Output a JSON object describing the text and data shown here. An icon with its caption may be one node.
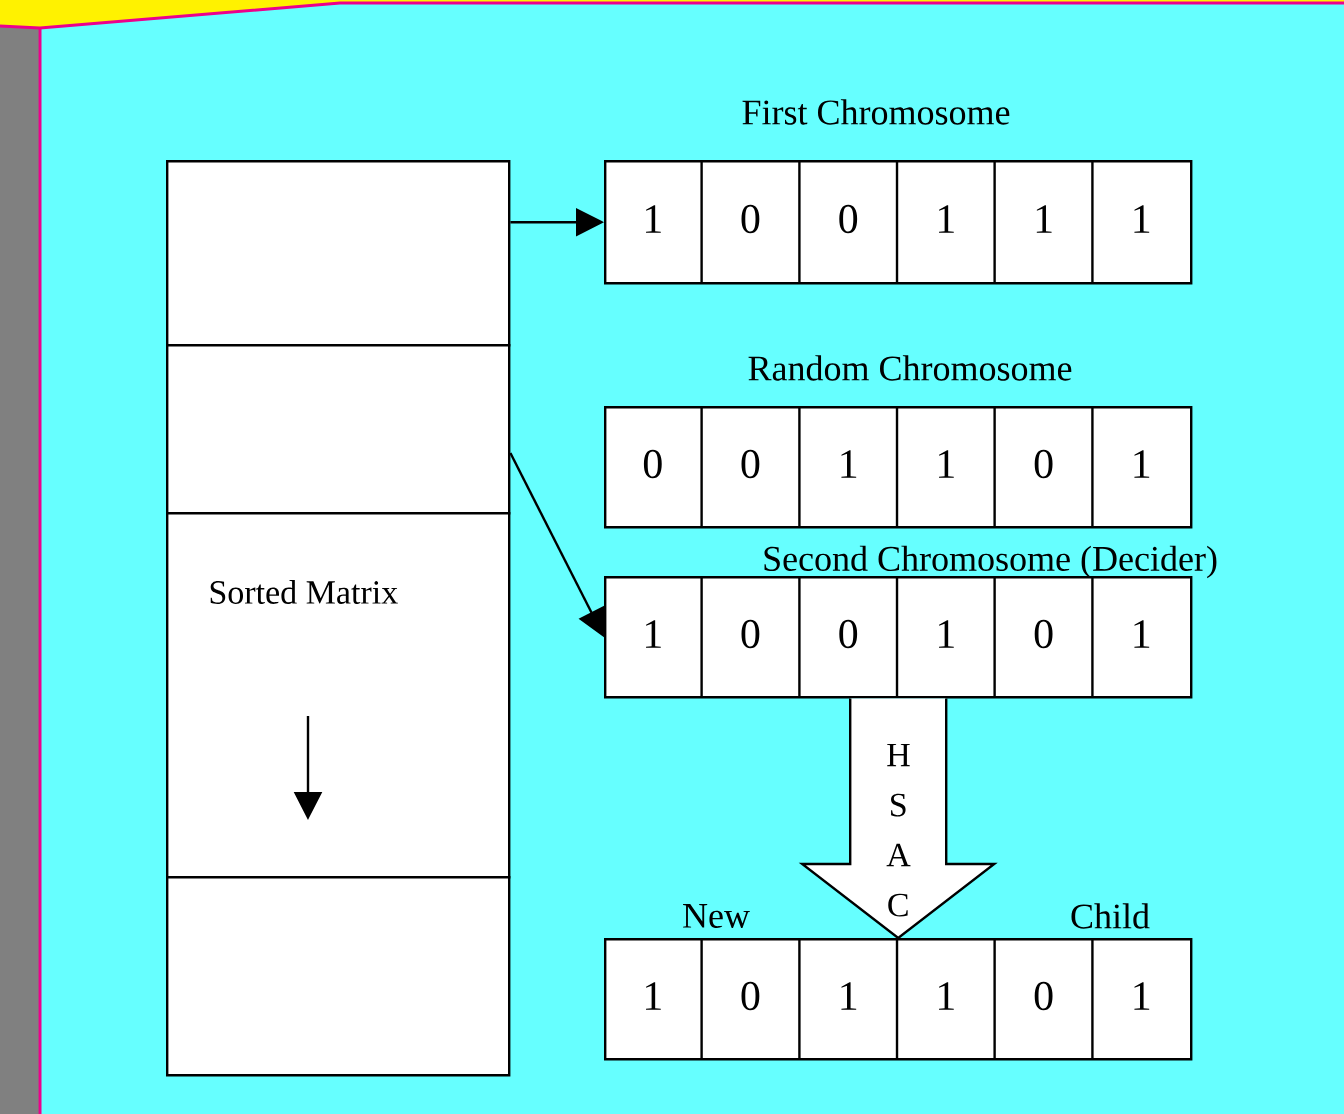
{
  "diagram": {
    "nodes": [
      {
        "text": [],
        "shape": "box"
      },
      {
        "text": [],
        "shape": "box"
      },
      {
        "text": [
          "Sorted Matrix"
        ]
      },
      {
        "text": [],
        "shape": "box"
      },
      {
        "text": [
          "First Chromosome",
          "1",
          "0",
          "0",
          "1",
          "1",
          "1"
        ]
      },
      {
        "text": [
          "Random Chromosome",
          "0",
          "0",
          "1",
          "1",
          "0",
          "1"
        ]
      },
      {
        "text": [
          "Second Chromosome (Decider)",
          "1",
          "0",
          "0",
          "1",
          "0",
          "1"
        ]
      },
      {
        "text": [
          "New",
          "Child",
          "1",
          "0",
          "1",
          "1",
          "0",
          "1"
        ]
      }
    ],
    "edges": [
      {
        "from": 0,
        "to": 4,
        "arrow": "to"
      },
      {
        "from": 1,
        "to": 6,
        "arrow": "to"
      },
      {
        "from": 6,
        "to": 7,
        "arrow": "to",
        "style": "thick",
        "label": "H S A C"
      }
    ]
  }
}
